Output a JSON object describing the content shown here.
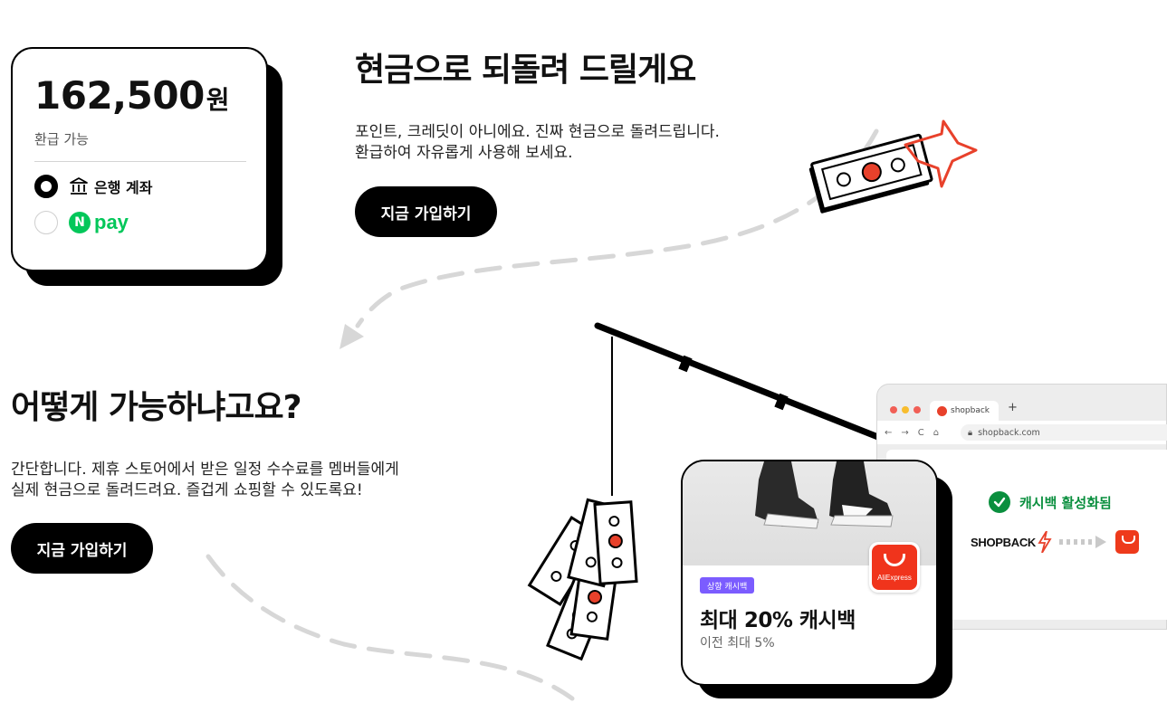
{
  "refund_card": {
    "amount": "162,500",
    "unit": "원",
    "label": "환급 가능",
    "options": [
      {
        "label": "은행 계좌",
        "selected": true,
        "icon": "bank-icon"
      },
      {
        "label": "pay",
        "selected": false,
        "icon": "naver-n-icon"
      }
    ]
  },
  "section1": {
    "title": "현금으로 되돌려 드릴게요",
    "desc_line1": "포인트, 크레딧이 아니에요. 진짜 현금으로 돌려드립니다.",
    "desc_line2": "환급하여 자유롭게 사용해 보세요.",
    "cta": "지금 가입하기"
  },
  "section2": {
    "title": "어떻게 가능하냐고요?",
    "desc_line1": "간단합니다. 제휴 스토어에서 받은 일정 수수료를 멤버들에게",
    "desc_line2": "실제 현금으로 돌려드려요. 즐겁게 쇼핑할 수 있도록요!",
    "cta": "지금 가입하기"
  },
  "browser": {
    "tab_title": "shopback",
    "new_tab": "+",
    "url": "shopback.com",
    "status": "캐시백 활성화됨",
    "brand": "SHOPBACK"
  },
  "product_card": {
    "logo_text": "AliExpress",
    "tag": "상향 캐시백",
    "title": "최대 20% 캐시백",
    "subtitle": "이전 최대 5%"
  },
  "colors": {
    "accent_red": "#e8412b",
    "naver_green": "#03c75a",
    "active_green": "#0a8f3e",
    "tag_purple": "#7b5cff"
  }
}
